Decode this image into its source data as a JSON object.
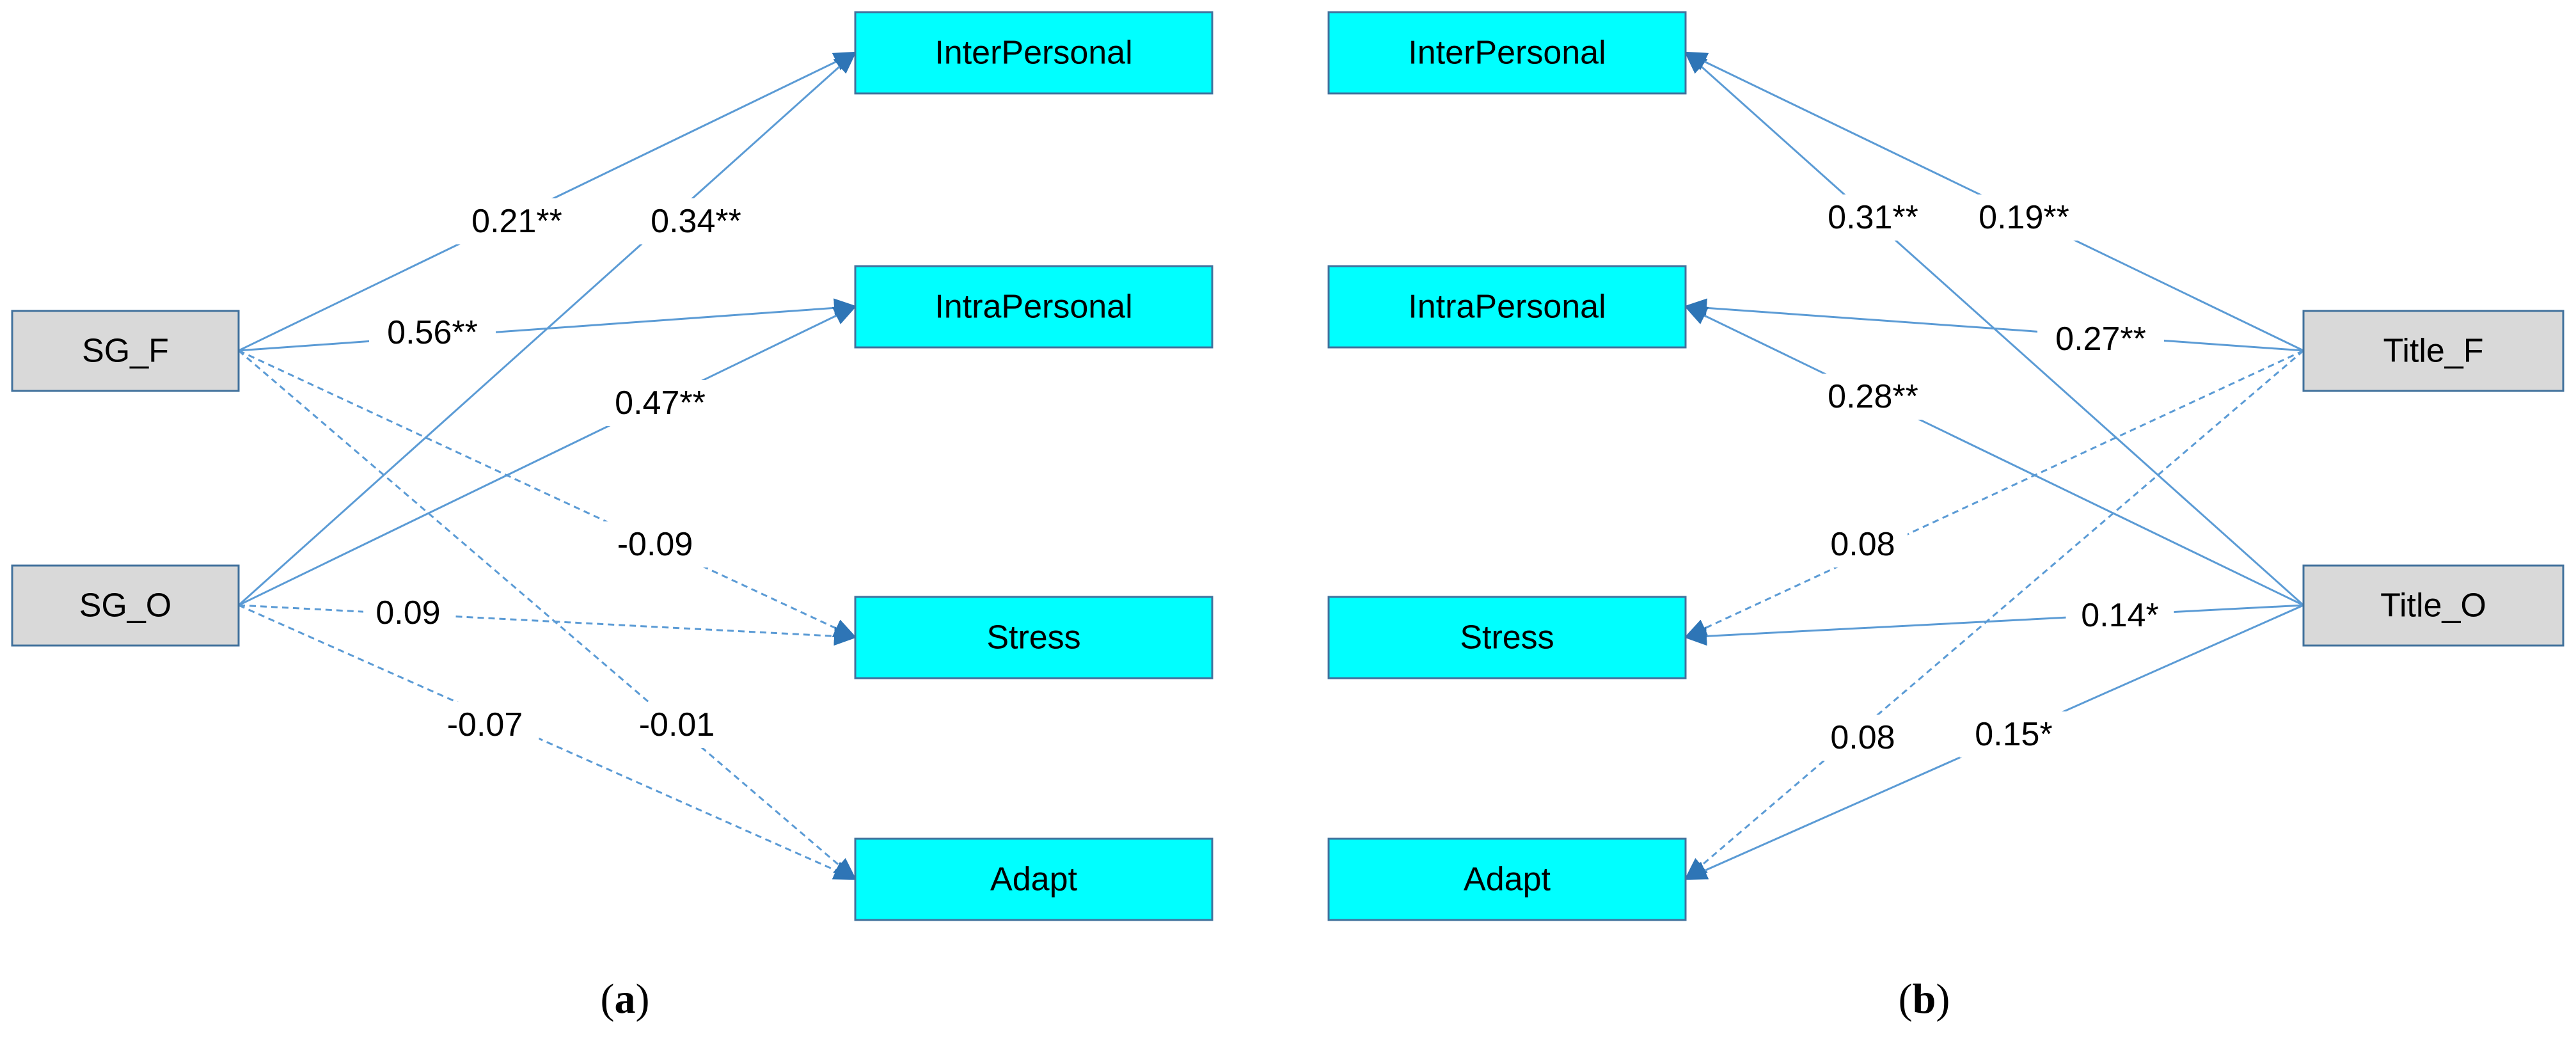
{
  "panels": [
    {
      "id": "a",
      "caption": {
        "open": "(",
        "letter": "a",
        "close": ")"
      },
      "sources": [
        {
          "id": "SG_F",
          "label": "SG_F"
        },
        {
          "id": "SG_O",
          "label": "SG_O"
        }
      ],
      "targets": [
        {
          "id": "inter",
          "label": "InterPersonal"
        },
        {
          "id": "intra",
          "label": "IntraPersonal"
        },
        {
          "id": "stress",
          "label": "Stress"
        },
        {
          "id": "adapt",
          "label": "Adapt"
        }
      ],
      "paths": [
        {
          "from": "SG_F",
          "to": "inter",
          "coef": "0.21**",
          "significant": true
        },
        {
          "from": "SG_O",
          "to": "inter",
          "coef": "0.34**",
          "significant": true
        },
        {
          "from": "SG_F",
          "to": "intra",
          "coef": "0.56**",
          "significant": true
        },
        {
          "from": "SG_O",
          "to": "intra",
          "coef": "0.47**",
          "significant": true
        },
        {
          "from": "SG_F",
          "to": "stress",
          "coef": "-0.09",
          "significant": false
        },
        {
          "from": "SG_O",
          "to": "stress",
          "coef": "0.09",
          "significant": false
        },
        {
          "from": "SG_O",
          "to": "adapt",
          "coef": "-0.07",
          "significant": false
        },
        {
          "from": "SG_F",
          "to": "adapt",
          "coef": "-0.01",
          "significant": false
        }
      ]
    },
    {
      "id": "b",
      "caption": {
        "open": "(",
        "letter": "b",
        "close": ")"
      },
      "sources": [
        {
          "id": "Title_F",
          "label": "Title_F"
        },
        {
          "id": "Title_O",
          "label": "Title_O"
        }
      ],
      "targets": [
        {
          "id": "inter",
          "label": "InterPersonal"
        },
        {
          "id": "intra",
          "label": "IntraPersonal"
        },
        {
          "id": "stress",
          "label": "Stress"
        },
        {
          "id": "adapt",
          "label": "Adapt"
        }
      ],
      "paths": [
        {
          "from": "Title_O",
          "to": "inter",
          "coef": "0.31**",
          "significant": true
        },
        {
          "from": "Title_F",
          "to": "inter",
          "coef": "0.19**",
          "significant": true
        },
        {
          "from": "Title_F",
          "to": "intra",
          "coef": "0.27**",
          "significant": true
        },
        {
          "from": "Title_O",
          "to": "intra",
          "coef": "0.28**",
          "significant": true
        },
        {
          "from": "Title_F",
          "to": "stress",
          "coef": "0.08",
          "significant": false
        },
        {
          "from": "Title_O",
          "to": "stress",
          "coef": "0.14*",
          "significant": true
        },
        {
          "from": "Title_F",
          "to": "adapt",
          "coef": "0.08",
          "significant": false
        },
        {
          "from": "Title_O",
          "to": "adapt",
          "coef": "0.15*",
          "significant": true
        }
      ]
    }
  ],
  "colors": {
    "target_fill": "#00ffff",
    "source_fill": "#d9d9d9",
    "box_border": "#41719c",
    "arrow": "#5b9bd5"
  }
}
